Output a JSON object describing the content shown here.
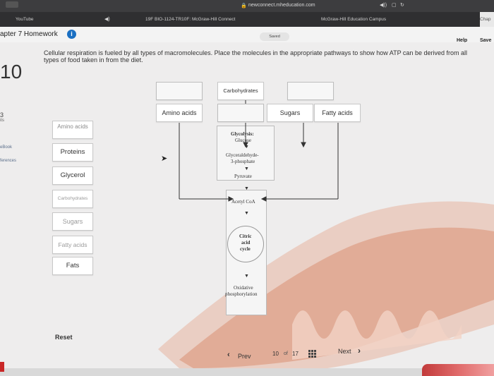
{
  "browser": {
    "url": "newconnect.mheducation.com",
    "tabs": [
      "YouTube",
      "19F BIO-1124-TR10F: McGraw-Hill Connect",
      "McGraw-Hill Education Campus",
      "Chap"
    ]
  },
  "header": {
    "chapter_title": "apter 7 Homework",
    "info_icon": "info-icon",
    "saved": "Saved",
    "help": "Help",
    "save": "Save"
  },
  "sidebar": {
    "big_number": "10",
    "small_num": "3",
    "small_lbl": "its",
    "ebook": "eBook",
    "references": "ferences"
  },
  "question": "Cellular respiration is fueled by all types of macromolecules. Place the molecules in the appropriate pathways to show how ATP can be derived from all types of food taken in from the diet.",
  "targets": {
    "top_left": "",
    "top_center": "Carbohydrates",
    "top_right": "",
    "row2_1": "Amino acids",
    "row2_2": "",
    "row2_3": "Sugars",
    "row2_4": "Fatty acids"
  },
  "bank": {
    "amino_acids": "Amino acids",
    "proteins": "Proteins",
    "glycerol": "Glycerol",
    "carbohydrates": "Carbohydrates",
    "sugars": "Sugars",
    "fatty_acids": "Fatty acids",
    "fats": "Fats"
  },
  "diagram": {
    "glycolysis": "Glycolysis:",
    "glucose": "Glucose",
    "g3p_1": "Glyceraldehyde-",
    "g3p_2": "3-phosphate",
    "pyruvate": "Pyruvate",
    "acetyl": "Acetyl CoA",
    "citric_1": "Citric",
    "citric_2": "acid",
    "citric_3": "cycle",
    "ox_1": "Oxidative",
    "ox_2": "phosphorylation"
  },
  "footer": {
    "reset": "Reset",
    "prev": "Prev",
    "current": "10",
    "of": "of",
    "total": "17",
    "next": "Next"
  },
  "colors": {
    "accent": "#1a6fc2",
    "mito": "#e2a188"
  }
}
